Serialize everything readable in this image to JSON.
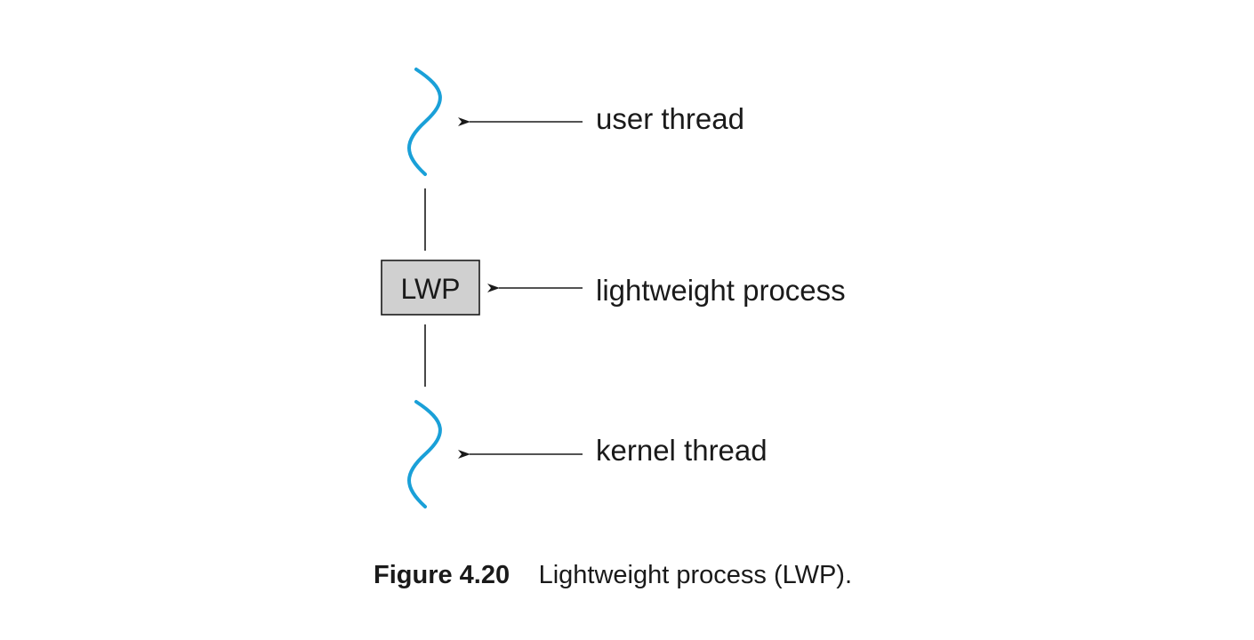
{
  "labels": {
    "user_thread": "user thread",
    "lwp_box": "LWP",
    "lightweight_process": "lightweight process",
    "kernel_thread": "kernel thread"
  },
  "caption": {
    "number": "Figure 4.20",
    "text": "Lightweight process (LWP)."
  },
  "colors": {
    "thread_wave": "#1aa0d8",
    "lwp_box_fill": "#d0d0d0",
    "lines": "#1a1a1a"
  }
}
